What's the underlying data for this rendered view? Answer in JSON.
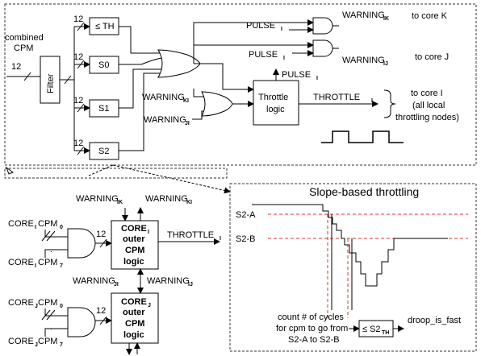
{
  "top_block": {
    "input_label_line1": "combined",
    "input_label_line2": "CPM",
    "bus_width": "12",
    "filter_label": "Filter",
    "thresholds": [
      "≤ TH",
      "S0",
      "S1",
      "S2"
    ],
    "throttle_logic_line1": "Throttle",
    "throttle_logic_line2": "logic",
    "pulse": "PULSE",
    "pulse_sub": "I",
    "warning": "WARNING",
    "sub_IK": "IK",
    "sub_IJ": "IJ",
    "sub_KI": "KI",
    "sub_JI": "JI",
    "throttle": "THROTTLE",
    "throttle_sub": "I",
    "to_core_k": "to core K",
    "to_core_j": "to core J",
    "to_core_i_line1": "to core I",
    "to_core_i_line2": "(all local",
    "to_core_i_line3": "throttling nodes)"
  },
  "bottom_left": {
    "core_i_line1": "CORE",
    "core_i_sub": "I",
    "core_line2": "outer",
    "core_line3": "CPM",
    "core_line4": "logic",
    "core_j_line1": "CORE",
    "core_j_sub": "J",
    "cpm_i0": "CORE",
    "cpm_i0_sub1": "I",
    "cpm_text": "CPM",
    "cpm_sub0": "0",
    "cpm_sub7": "7",
    "cpm_j_sub": "J",
    "bus_width": "12",
    "ellipsis": ".",
    "warning": "WARNING",
    "sub_IK": "IK",
    "sub_KI": "KI",
    "sub_JI": "JI",
    "sub_IJ": "IJ",
    "throttle": "THROTTLE",
    "throttle_sub": "I"
  },
  "slope_panel": {
    "title": "Slope-based throttling",
    "level_a": "S2-A",
    "level_b": "S2-B",
    "count_line1": "count # of cycles",
    "count_line2": "for cpm to go from",
    "count_line3": "S2-A to S2-B",
    "compare_label": "≤ S2",
    "compare_sub": "TH",
    "output": "droop_is_fast"
  },
  "colors": {
    "line": "#000000",
    "dashed_frame": "#333333",
    "threshold_lines": "#e03030",
    "background": "#ffffff"
  }
}
